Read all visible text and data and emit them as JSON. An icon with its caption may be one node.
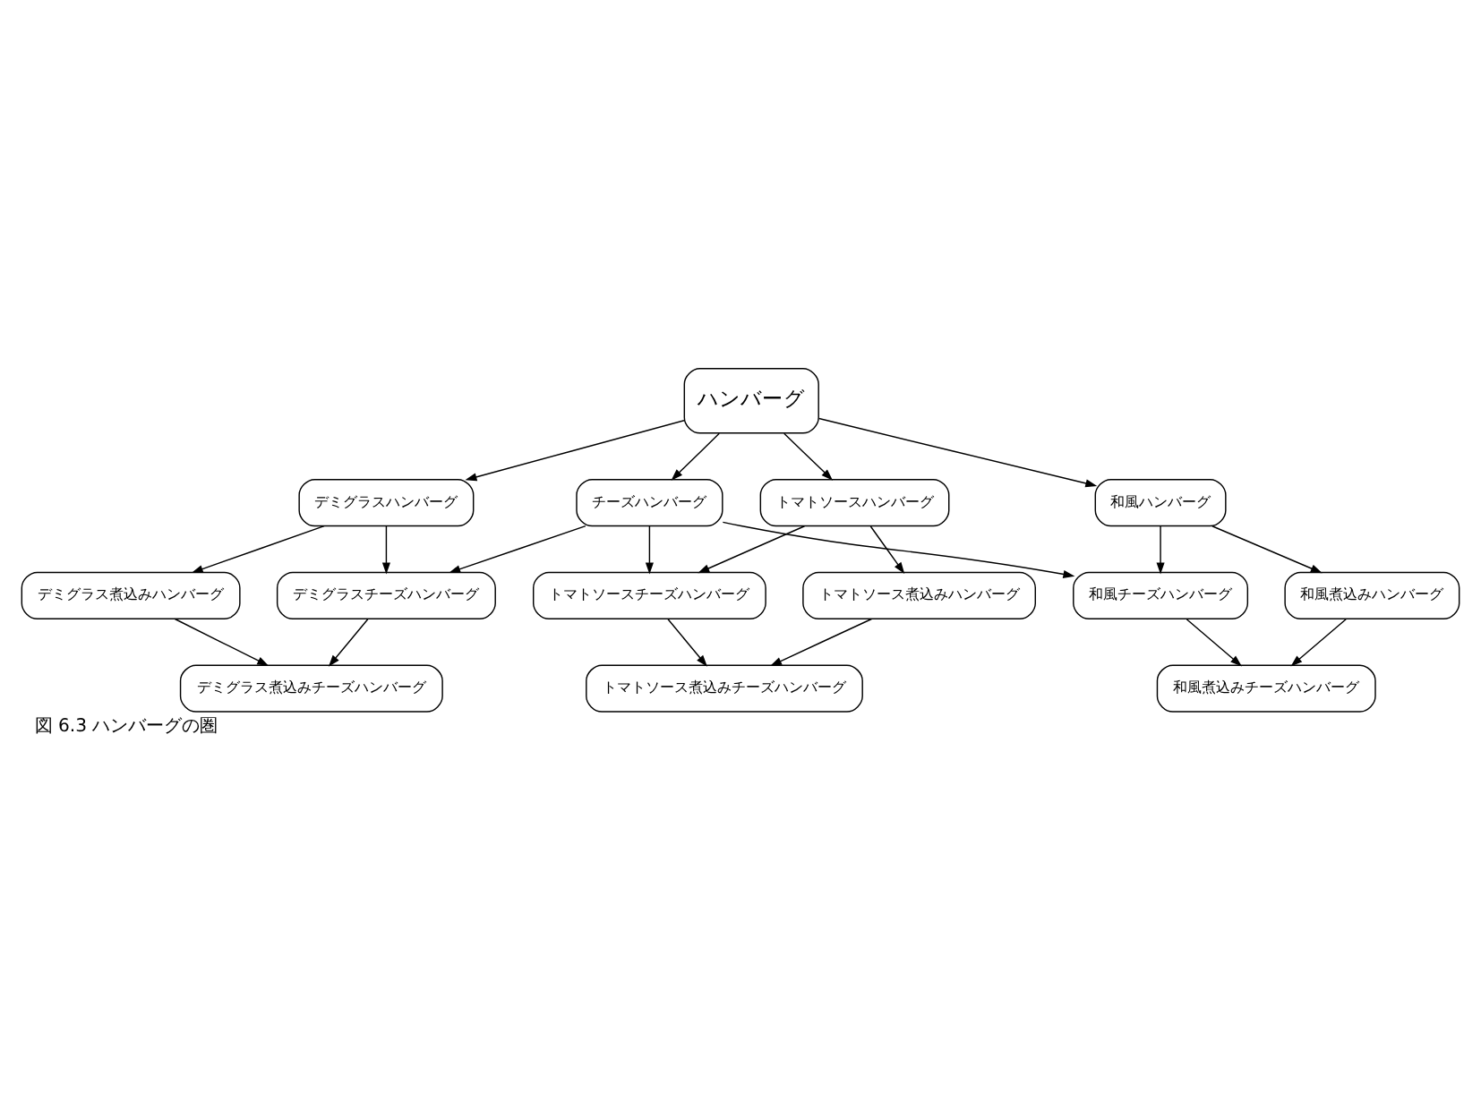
{
  "diagram": {
    "caption": "図 6.3 ハンバーグの圏",
    "nodes": [
      {
        "text": [
          "ハンバーグ"
        ]
      },
      {
        "text": [
          "チーズハンバーグ"
        ]
      },
      {
        "text": [
          "デミグラスハンバーグ"
        ]
      },
      {
        "text": [
          "トマトソースハンバーグ"
        ]
      },
      {
        "text": [
          "和風ハンバーグ"
        ]
      },
      {
        "text": [
          "デミグラスチーズハンバーグ"
        ]
      },
      {
        "text": [
          "トマトソースチーズハンバーグ"
        ]
      },
      {
        "text": [
          "和風チーズハンバーグ"
        ]
      },
      {
        "text": [
          "デミグラス煮込みハンバーグ"
        ]
      },
      {
        "text": [
          "トマトソース煮込みハンバーグ"
        ]
      },
      {
        "text": [
          "和風煮込みハンバーグ"
        ]
      },
      {
        "text": [
          "デミグラス煮込みチーズハンバーグ"
        ]
      },
      {
        "text": [
          "トマトソース煮込みチーズハンバーグ"
        ]
      },
      {
        "text": [
          "和風煮込みチーズハンバーグ"
        ]
      }
    ],
    "edges": [
      {
        "from": 0,
        "to": 1,
        "arrow": "to"
      },
      {
        "from": 0,
        "to": 2,
        "arrow": "to"
      },
      {
        "from": 0,
        "to": 3,
        "arrow": "to"
      },
      {
        "from": 0,
        "to": 4,
        "arrow": "to"
      },
      {
        "from": 1,
        "to": 5,
        "arrow": "to"
      },
      {
        "from": 1,
        "to": 6,
        "arrow": "to"
      },
      {
        "from": 1,
        "to": 7,
        "arrow": "to"
      },
      {
        "from": 2,
        "to": 5,
        "arrow": "to"
      },
      {
        "from": 2,
        "to": 8,
        "arrow": "to"
      },
      {
        "from": 3,
        "to": 6,
        "arrow": "to"
      },
      {
        "from": 3,
        "to": 9,
        "arrow": "to"
      },
      {
        "from": 4,
        "to": 7,
        "arrow": "to"
      },
      {
        "from": 4,
        "to": 10,
        "arrow": "to"
      },
      {
        "from": 5,
        "to": 11,
        "arrow": "to"
      },
      {
        "from": 8,
        "to": 11,
        "arrow": "to"
      },
      {
        "from": 6,
        "to": 12,
        "arrow": "to"
      },
      {
        "from": 9,
        "to": 12,
        "arrow": "to"
      },
      {
        "from": 7,
        "to": 13,
        "arrow": "to"
      },
      {
        "from": 10,
        "to": 13,
        "arrow": "to"
      }
    ]
  }
}
